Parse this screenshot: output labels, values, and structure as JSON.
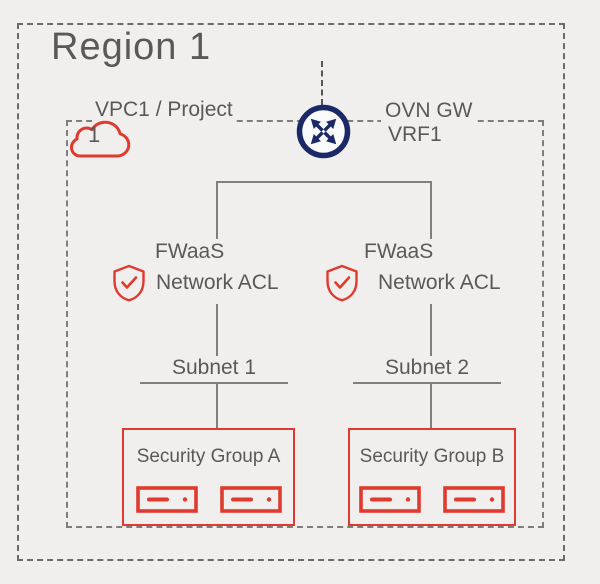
{
  "region": {
    "label": "Region 1"
  },
  "vpc": {
    "label": "VPC1 / Project",
    "cloud_number": "1"
  },
  "gateway": {
    "name": "OVN GW",
    "vrf": "VRF1"
  },
  "firewalls": [
    {
      "line1": "FWaaS",
      "line2": "Network ACL"
    },
    {
      "line1": "FWaaS",
      "line2": "Network ACL"
    }
  ],
  "subnets": [
    {
      "label": "Subnet 1"
    },
    {
      "label": "Subnet 2"
    }
  ],
  "security_groups": [
    {
      "label": "Security Group A",
      "instance_count": 2
    },
    {
      "label": "Security Group B",
      "instance_count": 2
    }
  ],
  "icons": {
    "cloud": "cloud-icon",
    "router": "router-crossed-arrows-icon",
    "shield": "shield-check-icon",
    "server": "server-instance-icon"
  },
  "colors": {
    "accent_red": "#e03a2f",
    "navy": "#1b2a67",
    "text_gray": "#595959",
    "line_gray": "#7f7f7f",
    "background": "#f0efee"
  }
}
